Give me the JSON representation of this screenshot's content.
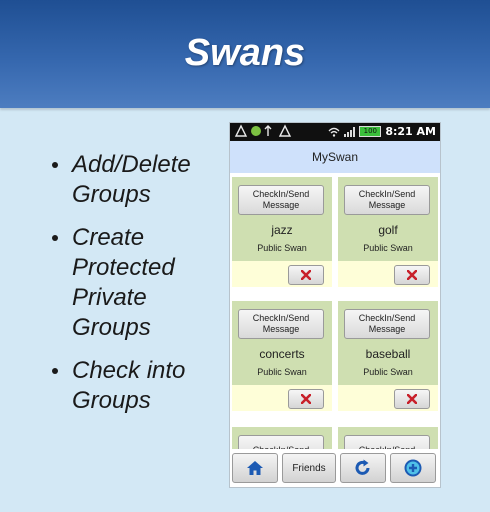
{
  "slide": {
    "title": "Swans",
    "bullets": [
      "Add/Delete Groups",
      "Create Protected Private Groups",
      "Check into Groups"
    ]
  },
  "phone": {
    "status_bar": {
      "clock": "8:21",
      "am_pm": "AM",
      "battery_label": "100"
    },
    "app_title": "MySwan",
    "groups": [
      {
        "button": "CheckIn/Send Message",
        "name": "jazz",
        "type": "Public Swan"
      },
      {
        "button": "CheckIn/Send Message",
        "name": "golf",
        "type": "Public Swan"
      },
      {
        "button": "CheckIn/Send Message",
        "name": "concerts",
        "type": "Public Swan"
      },
      {
        "button": "CheckIn/Send Message",
        "name": "baseball",
        "type": "Public Swan"
      },
      {
        "button": "CheckIn/Send",
        "name": "",
        "type": ""
      },
      {
        "button": "CheckIn/Send",
        "name": "",
        "type": ""
      }
    ],
    "toolbar": {
      "home_icon": "home-icon",
      "friends_label": "Friends",
      "refresh_icon": "refresh-icon",
      "add_icon": "add-icon"
    }
  },
  "colors": {
    "banner": "#2a5ba3",
    "background": "#d3e8f5",
    "card_green": "#cfdfb1",
    "card_yellow": "#fefed8",
    "delete_red": "#c8202a",
    "icon_blue": "#1c5ab3"
  }
}
